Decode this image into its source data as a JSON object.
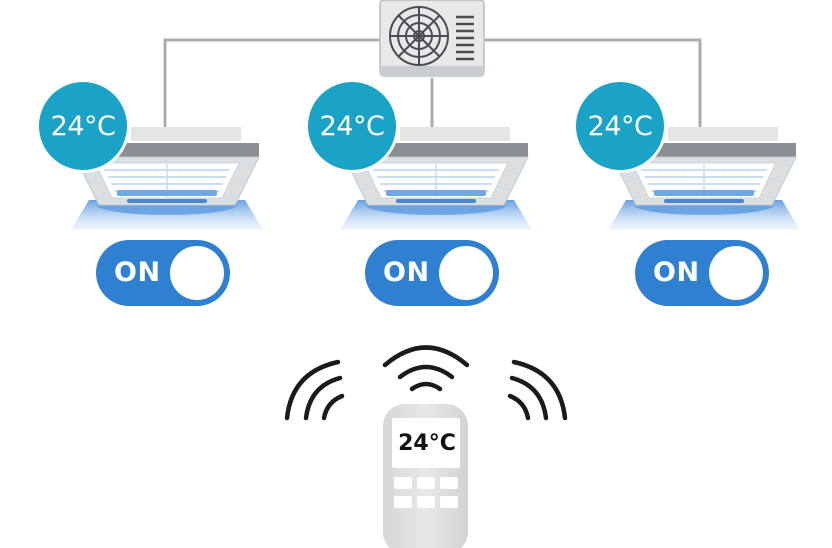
{
  "units": [
    {
      "temperature": "24°C",
      "switch_label": "ON",
      "switch_on": true
    },
    {
      "temperature": "24°C",
      "switch_label": "ON",
      "switch_on": true
    },
    {
      "temperature": "24°C",
      "switch_label": "ON",
      "switch_on": true
    }
  ],
  "remote": {
    "display": "24°C"
  },
  "icons": [
    "outdoor-unit-icon",
    "fan-icon",
    "ceiling-cassette-ac-icon",
    "remote-control-icon",
    "signal-wave-icon"
  ],
  "colors": {
    "badge": "#1aa3c6",
    "toggle": "#2f80d1",
    "airflow": "#6fa8e6",
    "pipe": "#a9adb2",
    "unit_body": "#d6d9dc",
    "remote_body": "#dfe1e3"
  }
}
